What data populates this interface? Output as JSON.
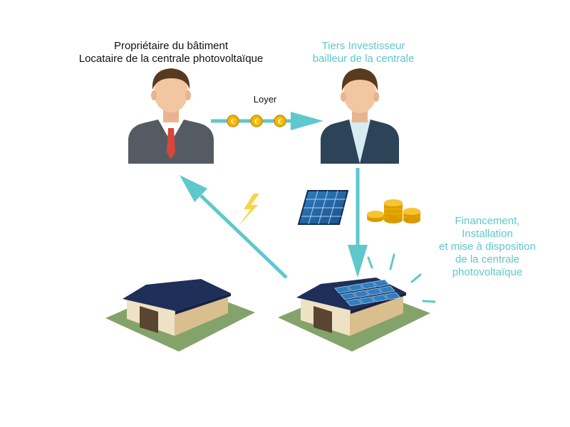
{
  "owner": {
    "line1": "Propriétaire du bâtiment",
    "line2": "Locataire de la centrale photovoltaïque"
  },
  "investor": {
    "line1": "Tiers Investisseur",
    "line2": "bailleur de la centrale"
  },
  "rent_label": "Loyer",
  "services": {
    "line1": "Financement,",
    "line2": "Installation",
    "line3": "et mise à disposition",
    "line4": "de la centrale",
    "line5": "photovoltaïque"
  },
  "icons": {
    "coin": "euro-coin-icon",
    "panel": "solar-panel-icon",
    "coins": "coin-stack-icon",
    "bolt": "lightning-icon"
  },
  "colors": {
    "accent": "#5fc8cc",
    "text": "#111111",
    "roof": "#1f2f5a",
    "grass": "#7fa064",
    "coin": "#f2b705"
  }
}
